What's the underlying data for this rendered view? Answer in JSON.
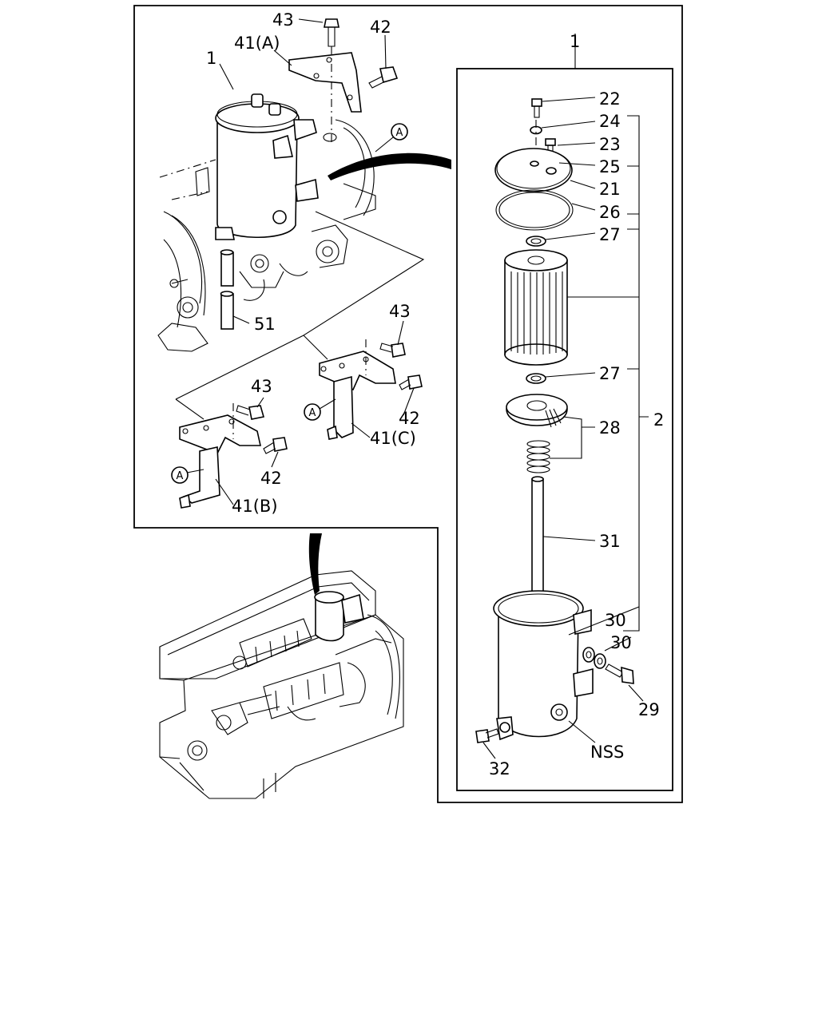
{
  "diagram": {
    "callouts": {
      "a_top": "A",
      "a_41c": "A",
      "a_41b": "A"
    },
    "left_panel": {
      "l43_top": "43",
      "l42_top": "42",
      "l41a": "41(A)",
      "l1_left": "1",
      "l51": "51",
      "l43_c": "43",
      "l42_c": "42",
      "l41c": "41(C)",
      "l43_b": "43",
      "l42_b": "42",
      "l41b": "41(B)"
    },
    "right_panel": {
      "l1_right": "1",
      "l22": "22",
      "l24": "24",
      "l23": "23",
      "l25": "25",
      "l21": "21",
      "l26": "26",
      "l27_top": "27",
      "l27_bottom": "27",
      "l28": "28",
      "l2": "2",
      "l31": "31",
      "l30_a": "30",
      "l30_b": "30",
      "l29": "29",
      "lnss": "NSS",
      "l32": "32"
    }
  }
}
